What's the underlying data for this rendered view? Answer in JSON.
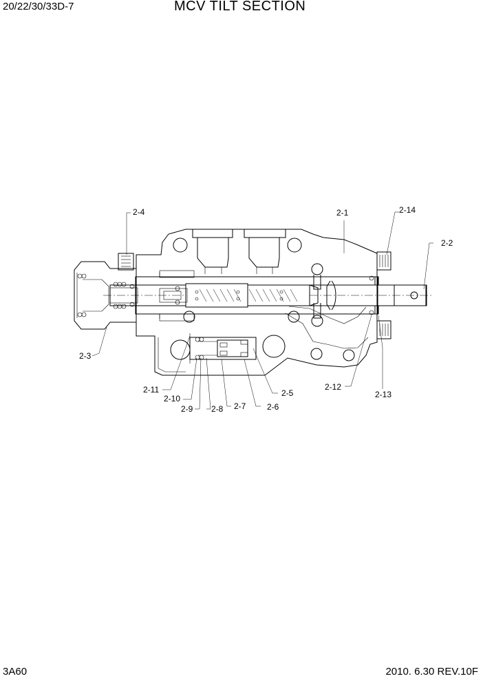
{
  "header": {
    "model": "20/22/30/33D-7",
    "title": "MCV TILT SECTION"
  },
  "footer": {
    "page_code": "3A60",
    "revision": "2010. 6.30  REV.10F"
  },
  "parts": {
    "p2_1": "2-1",
    "p2_2": "2-2",
    "p2_3": "2-3",
    "p2_4": "2-4",
    "p2_5": "2-5",
    "p2_6": "2-6",
    "p2_7": "2-7",
    "p2_8": "2-8",
    "p2_9": "2-9",
    "p2_10": "2-10",
    "p2_11": "2-11",
    "p2_12": "2-12",
    "p2_13": "2-13",
    "p2_14": "2-14"
  }
}
